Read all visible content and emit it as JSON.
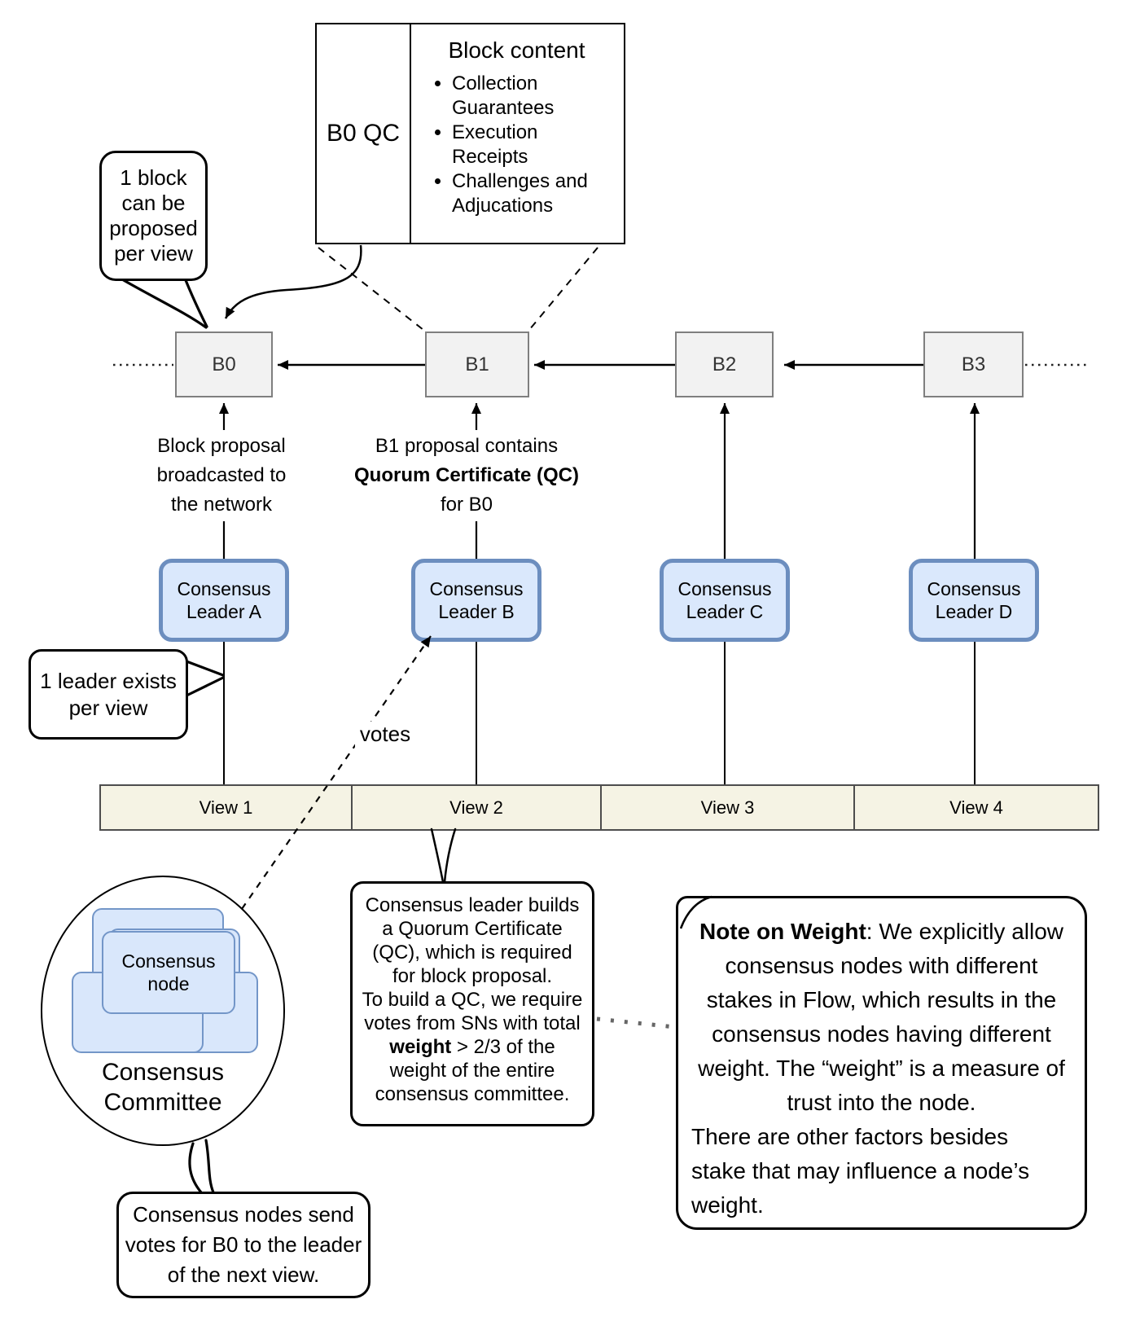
{
  "top_box": {
    "left_label": "B0 QC",
    "title": "Block content",
    "bullets": [
      "Collection\nGuarantees",
      "Execution\nReceipts",
      "Challenges and\nAdjucations"
    ]
  },
  "bubbles": {
    "one_block": "1 block\ncan be\nproposed\nper view",
    "one_leader": "1 leader exists\nper view",
    "qc_part1": "Consensus leader builds\na Quorum Certificate\n(QC), which is required\nfor block proposal.\n",
    "qc_part2_pre": "To build a QC, we require\nvotes from SNs with total ",
    "qc_bold": "weight",
    "qc_part2_post": " > 2/3 of the\nweight of the entire\nconsensus committee.",
    "bottom": "Consensus nodes send\nvotes for B0 to the leader\nof the next view."
  },
  "blocks": [
    "B0",
    "B1",
    "B2",
    "B3"
  ],
  "labels": {
    "b0_proposal": "Block proposal\nbroadcasted to\nthe network",
    "b1_line1": "B1 proposal contains",
    "b1_bold": "Quorum Certificate (QC)",
    "b1_line3": "for B0",
    "votes": "votes"
  },
  "leaders": [
    "Consensus\nLeader A",
    "Consensus\nLeader B",
    "Consensus\nLeader C",
    "Consensus\nLeader D"
  ],
  "views": [
    "View 1",
    "View 2",
    "View 3",
    "View 4"
  ],
  "committee": {
    "node": "Consensus\nnode",
    "label": "Consensus\nCommittee"
  },
  "note": {
    "title": "Note on Weight",
    "centered": ": We explicitly allow\nconsensus nodes with different\nstakes in Flow, which results in the\nconsensus nodes having different\nweight. The “weight” is a measure of\ntrust into the node.",
    "left": "There are other factors besides\nstake that may influence a node’s\nweight."
  },
  "colors": {
    "block_fill": "#f2f2f2",
    "block_border": "#7f7f7f",
    "leader_fill": "#dae8fc",
    "leader_border": "#6c8ebf",
    "card_fill": "#d9e7fb",
    "card_border": "#7396c8",
    "bar_fill": "#f5f3e4",
    "bar_border": "#4d4d4d",
    "line": "#000000"
  }
}
